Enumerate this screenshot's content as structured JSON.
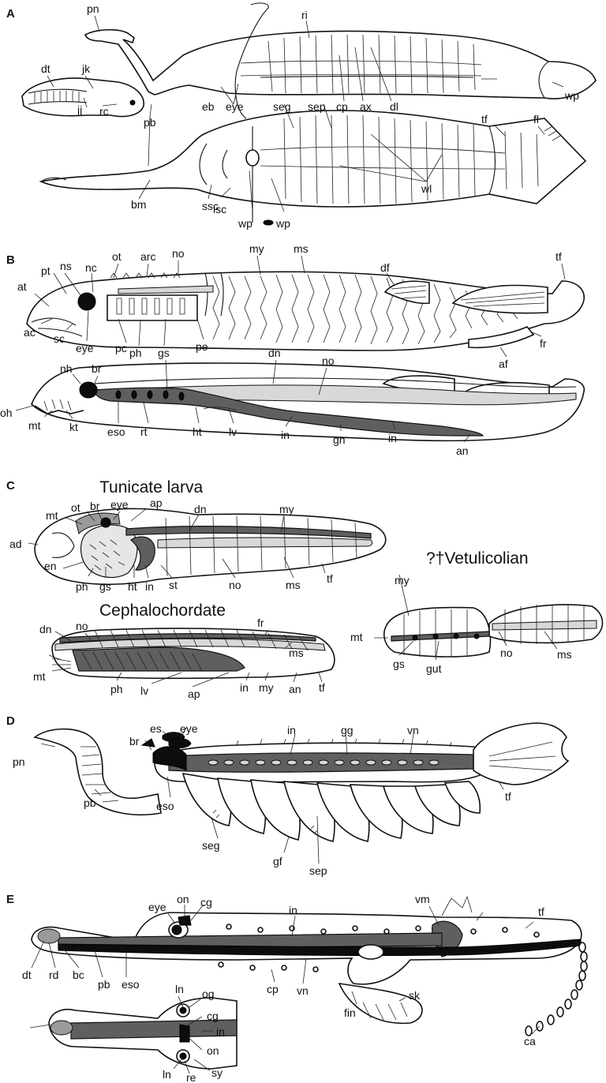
{
  "panels": {
    "A": "A",
    "B": "B",
    "C": "C",
    "D": "D",
    "E": "E"
  },
  "titles": {
    "tunicate": "Tunicate larva",
    "cephalochordate": "Cephalochordate",
    "vetulicolian": "?†Vetulicolian"
  },
  "labels": {
    "A": [
      "pn",
      "ri",
      "dt",
      "jk",
      "jj",
      "rc",
      "pb",
      "eb",
      "eye",
      "seg",
      "sep",
      "cp",
      "ax",
      "dl",
      "tf",
      "wp",
      "fl",
      "bm",
      "ssc",
      "lsc",
      "wp",
      "wp",
      "wl"
    ],
    "B": [
      "ns",
      "nc",
      "ot",
      "arc",
      "no",
      "my",
      "ms",
      "df",
      "tf",
      "pt",
      "at",
      "ac",
      "sc",
      "eye",
      "pc",
      "ph",
      "gs",
      "pe",
      "fr",
      "af",
      "nh",
      "br",
      "dn",
      "no",
      "oh",
      "mt",
      "kt",
      "eso",
      "rt",
      "ht",
      "lv",
      "in",
      "gn",
      "in",
      "an"
    ],
    "C": [
      "mt",
      "ot",
      "br",
      "eye",
      "ap",
      "dn",
      "my",
      "ad",
      "en",
      "ph",
      "gs",
      "ht",
      "in",
      "st",
      "no",
      "ms",
      "tf",
      "my",
      "mt",
      "gs",
      "gut",
      "no",
      "ms",
      "dn",
      "no",
      "fr",
      "ms",
      "mt",
      "ph",
      "lv",
      "ap",
      "in",
      "my",
      "an",
      "tf"
    ],
    "D": [
      "es",
      "eye",
      "in",
      "gg",
      "vn",
      "br",
      "pn",
      "pb",
      "eso",
      "tf",
      "seg",
      "gf",
      "sep"
    ],
    "E": [
      "eye",
      "on",
      "cg",
      "in",
      "vm",
      "tf",
      "dt",
      "rd",
      "bc",
      "pb",
      "eso",
      "cp",
      "vn",
      "fin",
      "sk",
      "ln",
      "og",
      "cg",
      "in",
      "on",
      "ln",
      "re",
      "sy",
      "ca"
    ]
  }
}
